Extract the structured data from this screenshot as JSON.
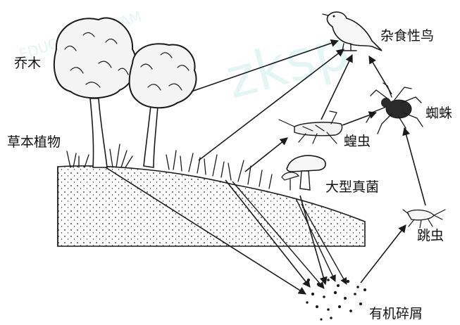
{
  "watermark": {
    "text": "EDUCATION EXAM",
    "sub": "zksp"
  },
  "labels": {
    "bird": "杂食性鸟",
    "tree": "乔木",
    "spider": "蜘蛛",
    "herb": "草本植物",
    "locust": "蝗虫",
    "fungus": "大型真菌",
    "springtail": "跳虫",
    "detritus": "有机碎屑"
  },
  "arrows": [
    {
      "from": "tree",
      "to": "bird"
    },
    {
      "from": "herb",
      "to": "bird"
    },
    {
      "from": "herb",
      "to": "locust"
    },
    {
      "from": "locust",
      "to": "bird"
    },
    {
      "from": "locust",
      "to": "spider"
    },
    {
      "from": "spider",
      "to": "bird"
    },
    {
      "from": "springtail",
      "to": "spider"
    },
    {
      "from": "detritus",
      "to": "springtail"
    },
    {
      "from": "tree",
      "to": "detritus"
    },
    {
      "from": "herb",
      "to": "detritus"
    },
    {
      "from": "fungus",
      "to": "detritus"
    }
  ]
}
